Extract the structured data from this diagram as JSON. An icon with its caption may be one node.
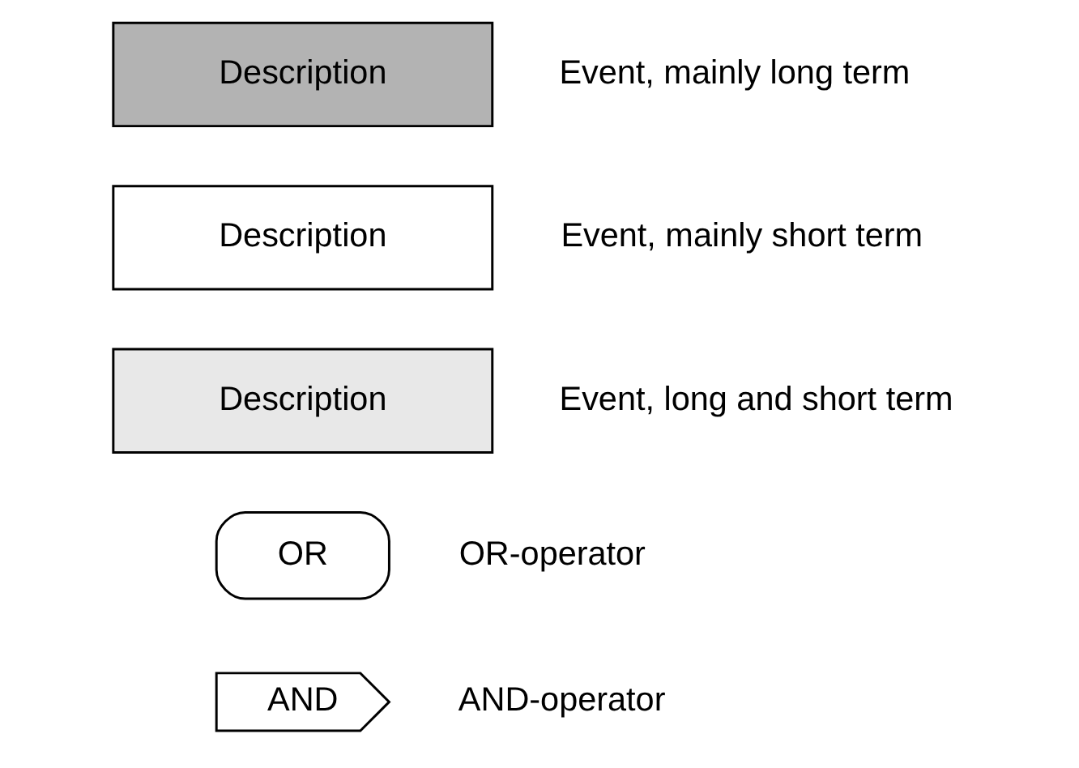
{
  "diagram": {
    "nodes": [
      {
        "text": [
          "Description"
        ],
        "beside": [
          "Event, mainly long term"
        ]
      },
      {
        "text": [
          "Description"
        ],
        "beside": [
          "Event, mainly short term"
        ]
      },
      {
        "text": [
          "Description"
        ],
        "beside": [
          "Event, long and short term"
        ]
      },
      {
        "text": [
          "OR"
        ],
        "beside": [
          "OR-operator"
        ]
      },
      {
        "text": [
          "AND"
        ],
        "beside": [
          "AND-operator"
        ]
      }
    ],
    "edges": []
  }
}
